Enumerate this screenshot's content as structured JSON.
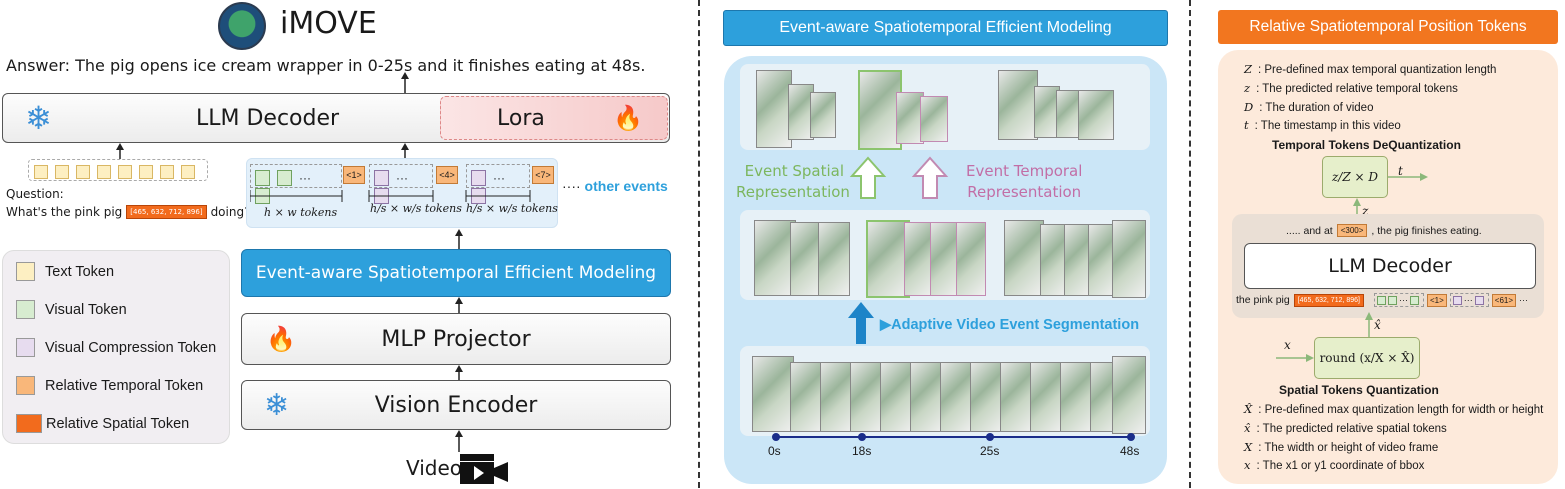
{
  "left": {
    "title": "iMOVE",
    "answer": "Answer: The pig opens ice cream wrapper in 0-25s and it finishes eating at 48s.",
    "llm_decoder": "LLM Decoder",
    "lora": "Lora",
    "question_line1": "Question:",
    "question_line2_pre": "What's the pink pig",
    "question_coords": "[465, 632, 712, 896]",
    "question_line2_post": "doing?",
    "token_labels": [
      "<1>",
      "<4>",
      "<7>"
    ],
    "other_events": "other events",
    "tokens_1": "h × w tokens",
    "tokens_2": "tokens",
    "tokens_3": "tokens",
    "event_aware": "Event-aware Spatiotemporal Efficient Modeling",
    "mlp": "MLP Projector",
    "vision": "Vision Encoder",
    "video": "Video",
    "legend": [
      "Text Token",
      "Visual Token",
      "Visual Compression Token",
      "Relative Temporal Token",
      "Relative Spatial Token"
    ]
  },
  "middle": {
    "title": "Event-aware Spatiotemporal Efficient Modeling",
    "spatial_1": "Event Spatial",
    "spatial_2": "Representation",
    "temporal_1": "Event Temporal",
    "temporal_2": "Representation",
    "segmentation": "Adaptive Video Event Segmentation",
    "timeline": [
      "0s",
      "18s",
      "25s",
      "48s"
    ]
  },
  "right": {
    "title": "Relative Spatiotemporal Position Tokens",
    "defs_top": [
      {
        "sym": "Z",
        "text": ": Pre-defined max temporal quantization length"
      },
      {
        "sym": "z",
        "text": ": The predicted relative temporal tokens"
      },
      {
        "sym": "D",
        "text": ": The duration of video"
      },
      {
        "sym": "t",
        "text": ": The timestamp in this video"
      }
    ],
    "dequant_title": "Temporal Tokens DeQuantization",
    "dequant_formula": "z/Z × D",
    "t_label": "t",
    "z_label": "z",
    "sentence_pre": "..... and at",
    "sentence_token": "<300>",
    "sentence_post": ", the pig finishes eating.",
    "llm_decoder": "LLM Decoder",
    "pig_label": "the pink pig",
    "pig_coords": "[465, 632, 712, 896]",
    "right_tokens": [
      "<1>",
      "<61>"
    ],
    "xhat_label": "x̂",
    "x_label": "x",
    "round_formula": "round (x/X × X̂)",
    "quant_title": "Spatial Tokens Quantization",
    "defs_bottom": [
      {
        "sym": "X̂",
        "text": ": Pre-defined max quantization length for width or height"
      },
      {
        "sym": "x̂",
        "text": ": The predicted relative spatial tokens"
      },
      {
        "sym": "X",
        "text": ": The width or height of video frame"
      },
      {
        "sym": "x",
        "text": ": The x1 or y1 coordinate of bbox"
      }
    ]
  }
}
